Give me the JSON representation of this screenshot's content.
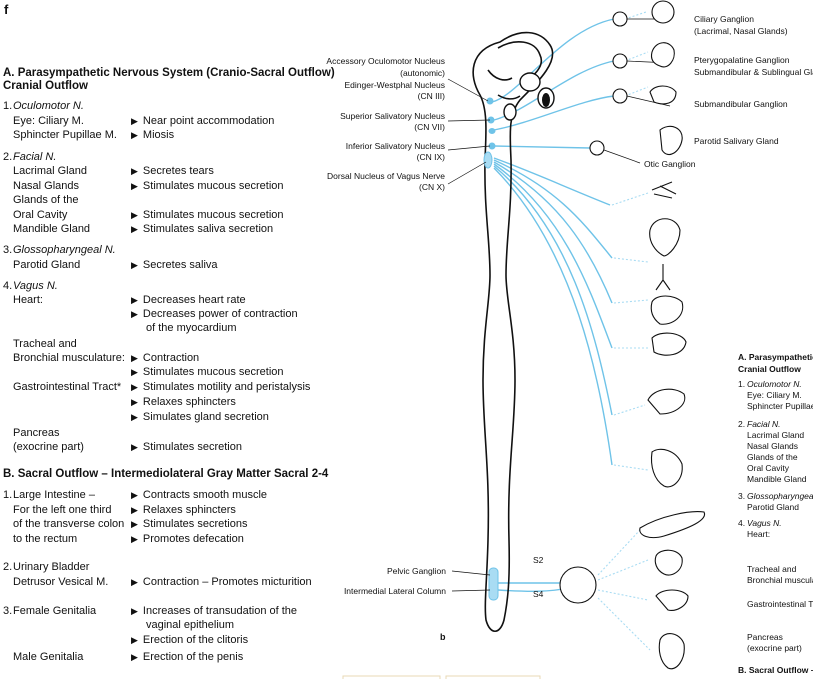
{
  "panel_letter": "f",
  "left": {
    "section_a_title": "A. Parasympathetic Nervous System (Cranio-Sacral Outflow)",
    "section_a_sub": "Cranial Outflow",
    "cn3_num": "1.",
    "cn3_name": "Oculomotor N.",
    "eye": "Eye: Ciliary M.",
    "eye_fx": "Near point accommodation",
    "sphincter": "Sphincter Pupillae M.",
    "sphincter_fx": "Miosis",
    "cn7_num": "2.",
    "cn7_name": "Facial N.",
    "lacrimal": "Lacrimal Gland",
    "lacrimal_fx": "Secretes tears",
    "nasal": "Nasal Glands",
    "nasal_fx": "Stimulates mucous secretion",
    "glands_of": "Glands of the",
    "oral": "Oral Cavity",
    "oral_fx": "Stimulates mucous secretion",
    "mandible": "Mandible Gland",
    "mandible_fx": "Stimulates saliva secretion",
    "cn9_num": "3.",
    "cn9_name": "Glossopharyngeal N.",
    "parotid": "Parotid Gland",
    "parotid_fx": "Secretes saliva",
    "cn10_num": "4.",
    "cn10_name": "Vagus N.",
    "heart": "Heart:",
    "heart_fx1": "Decreases heart rate",
    "heart_fx2": "Decreases  power of contraction",
    "heart_fx2b": "of the myocardium",
    "tracheal": "Tracheal and",
    "bronchial": "Bronchial musculature:",
    "bronch_fx1": "Contraction",
    "bronch_fx2": "Stimulates mucous secretion",
    "gi": "Gastrointestinal Tract*",
    "gi_fx1": "Stimulates motility and peristalysis",
    "gi_fx2": "Relaxes sphincters",
    "gi_fx3": "Simulates gland secretion",
    "pancreas": "Pancreas",
    "pancreas2": "(exocrine part)",
    "pancreas_fx": "Stimulates secretion",
    "section_b_title": "B. Sacral Outflow – Intermediolateral Gray Matter Sacral 2-4",
    "li_num": "1.",
    "li1": "Large Intestine –",
    "li2": "For the left one third",
    "li3": "of the transverse colon",
    "li4": "to the rectum",
    "li_fx1": "Contracts smooth muscle",
    "li_fx2": "Relaxes sphincters",
    "li_fx3": "Stimulates secretions",
    "li_fx4": "Promotes defecation",
    "ub_num": "2.",
    "ub1": "Urinary Bladder",
    "ub2": "Detrusor Vesical M.",
    "ub_fx": "Contraction – Promotes micturition",
    "fg_num": "3.",
    "fg": "Female Genitalia",
    "fg_fx1": "Increases of transudation of the",
    "fg_fx1b": "vaginal epithelium",
    "fg_fx2": "Erection of the clitoris",
    "mg": "Male Genitalia",
    "mg_fx": "Erection of the penis"
  },
  "diagram": {
    "accessory1": "Accessory Oculomotor Nucleus",
    "accessory2": "(autonomic)",
    "ew1": "Edinger-Westphal Nucleus",
    "ew2": "(CN III)",
    "ssn1": "Superior Salivatory Nucleus",
    "ssn2": "(CN VII)",
    "isn1": "Inferior Salivatory Nucleus",
    "isn2": "(CN IX)",
    "dnv1": "Dorsal Nucleus of Vagus Nerve",
    "dnv2": "(CN X)",
    "ciliary1": "Ciliary Ganglion",
    "ciliary2": "(Lacrimal, Nasal Glands)",
    "ptery1": "Pterygopalatine Ganglion",
    "ptery2": "Submandibular & Sublingual Glands",
    "submand": "Submandibular Ganglion",
    "parotid_sal": "Parotid Salivary Gland",
    "otic": "Otic Ganglion",
    "pelvic": "Pelvic Ganglion",
    "intermed": "Intermedial Lateral Column",
    "s2": "S2",
    "s4": "S4",
    "b_label": "b"
  },
  "right": {
    "title1": "A. Parasympathetic N",
    "title2": "Cranial Outflow",
    "r1": "1.",
    "r1n": "Oculomotor N.",
    "r1a": "Eye: Ciliary M.",
    "r1b": "Sphincter Pupillae M",
    "r2": "2.",
    "r2n": "Facial N.",
    "r2a": "Lacrimal Gland",
    "r2b": "Nasal Glands",
    "r2c": "Glands of the",
    "r2d": "Oral Cavity",
    "r2e": "Mandible Gland",
    "r3": "3.",
    "r3n": "Glossopharyngeal N.",
    "r3a": "Parotid Gland",
    "r4": "4.",
    "r4n": "Vagus N.",
    "r4a": "Heart:",
    "r5a": "Tracheal and",
    "r5b": "Bronchial musculatu",
    "r6": "Gastrointestinal Tract",
    "r7a": "Pancreas",
    "r7b": "(exocrine part)",
    "r8": "B. Sacral Outflow – Inte"
  },
  "colors": {
    "nerve": "#6fc3e8",
    "nerve_fill": "#a9dcf3",
    "ink": "#111111"
  }
}
